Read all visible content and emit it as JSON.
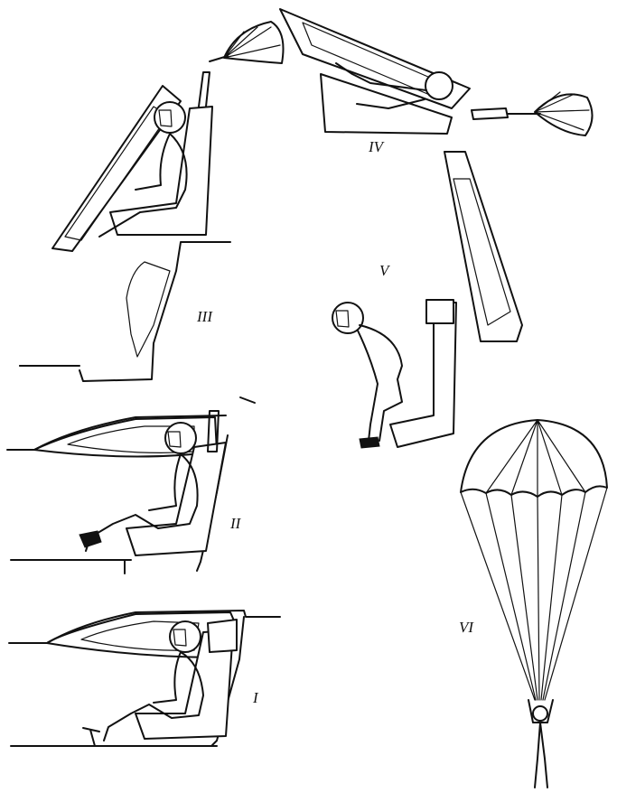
{
  "stages": [
    {
      "id": "stage-1",
      "label": "I"
    },
    {
      "id": "stage-2",
      "label": "II"
    },
    {
      "id": "stage-3",
      "label": "III"
    },
    {
      "id": "stage-4",
      "label": "IV"
    },
    {
      "id": "stage-5",
      "label": "V"
    },
    {
      "id": "stage-6",
      "label": "VI"
    }
  ],
  "colors": {
    "ink": "#111111",
    "paper": "#ffffff"
  }
}
